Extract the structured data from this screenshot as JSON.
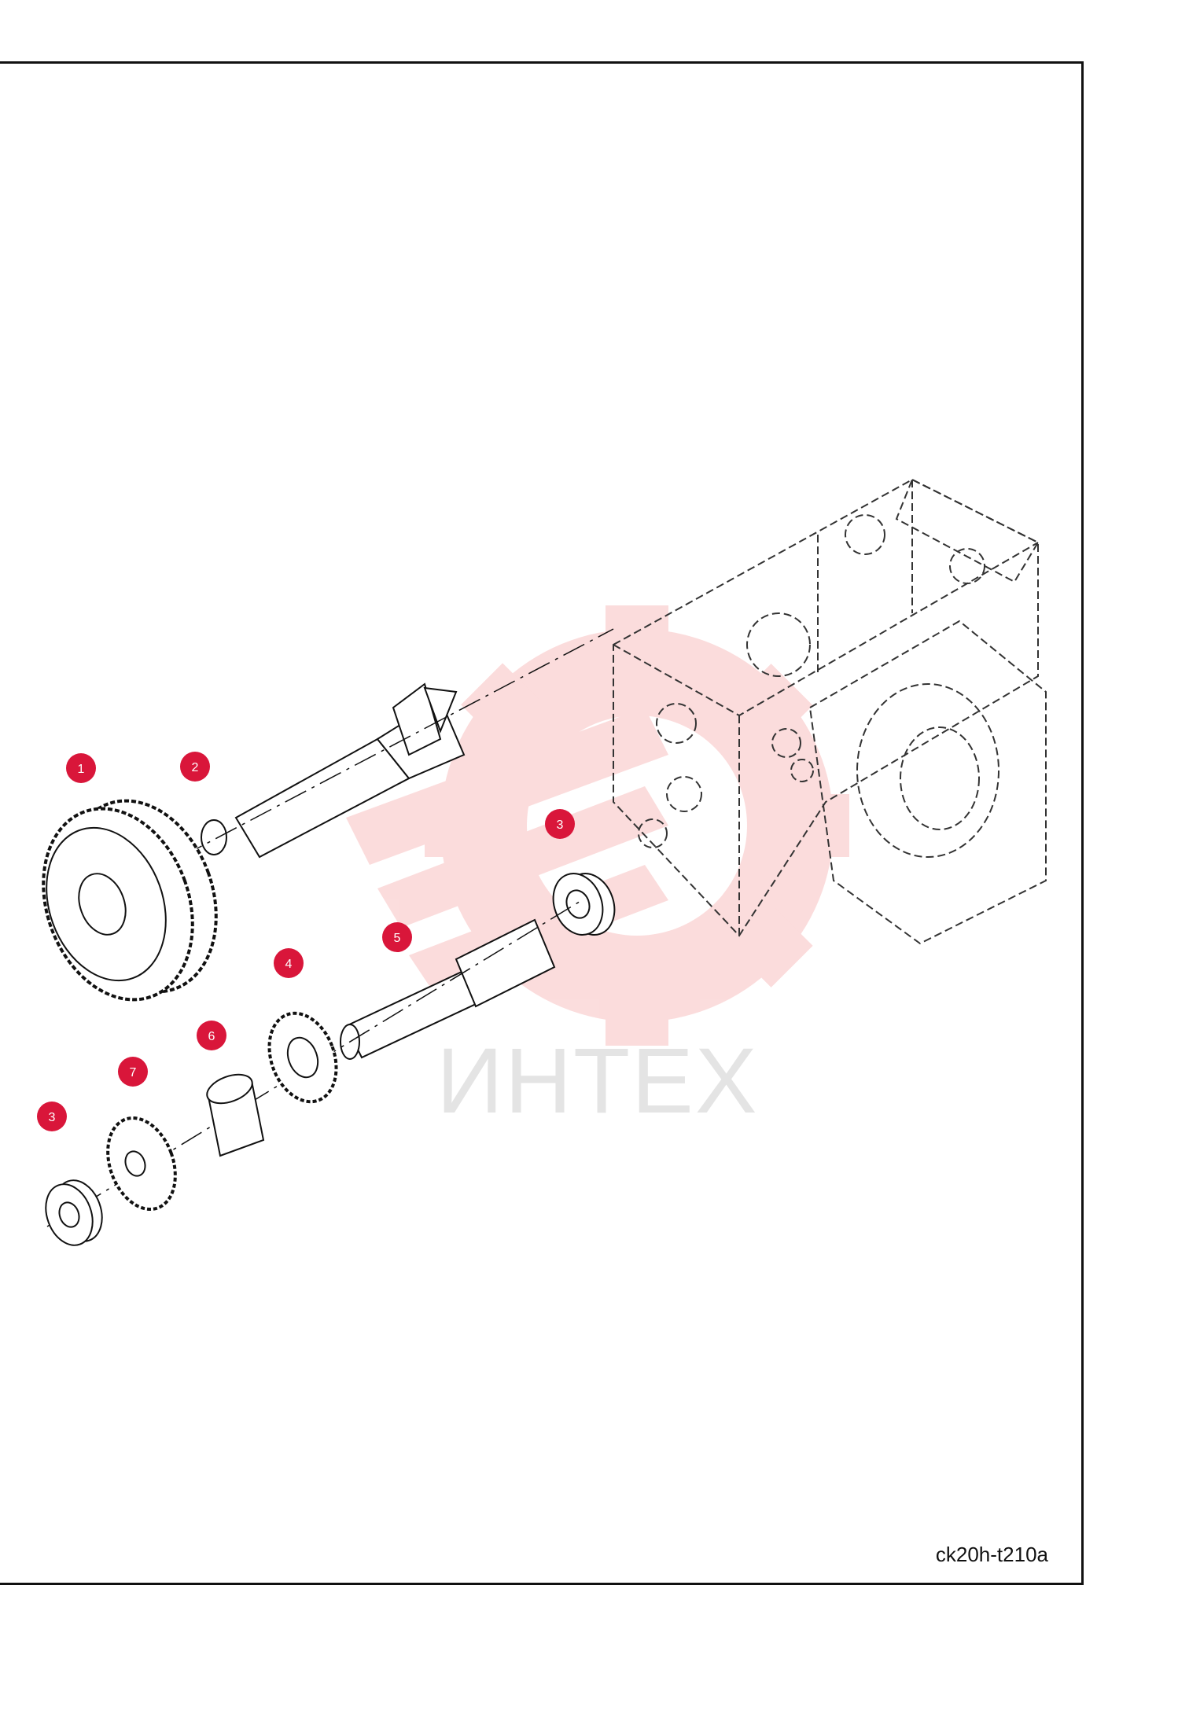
{
  "drawing_id": "ck20h-t210a",
  "watermark_text": "ИНТЕХ",
  "colors": {
    "callout": "#d9163a",
    "watermark_gear": "#fbd9d9",
    "watermark_text": "#e4e4e4",
    "line": "#111111",
    "frame": "#111111"
  },
  "parts": [
    {
      "number": "1"
    },
    {
      "number": "2"
    },
    {
      "number": "3"
    },
    {
      "number": "4"
    },
    {
      "number": "5"
    },
    {
      "number": "6"
    },
    {
      "number": "7"
    },
    {
      "number": "3"
    }
  ]
}
